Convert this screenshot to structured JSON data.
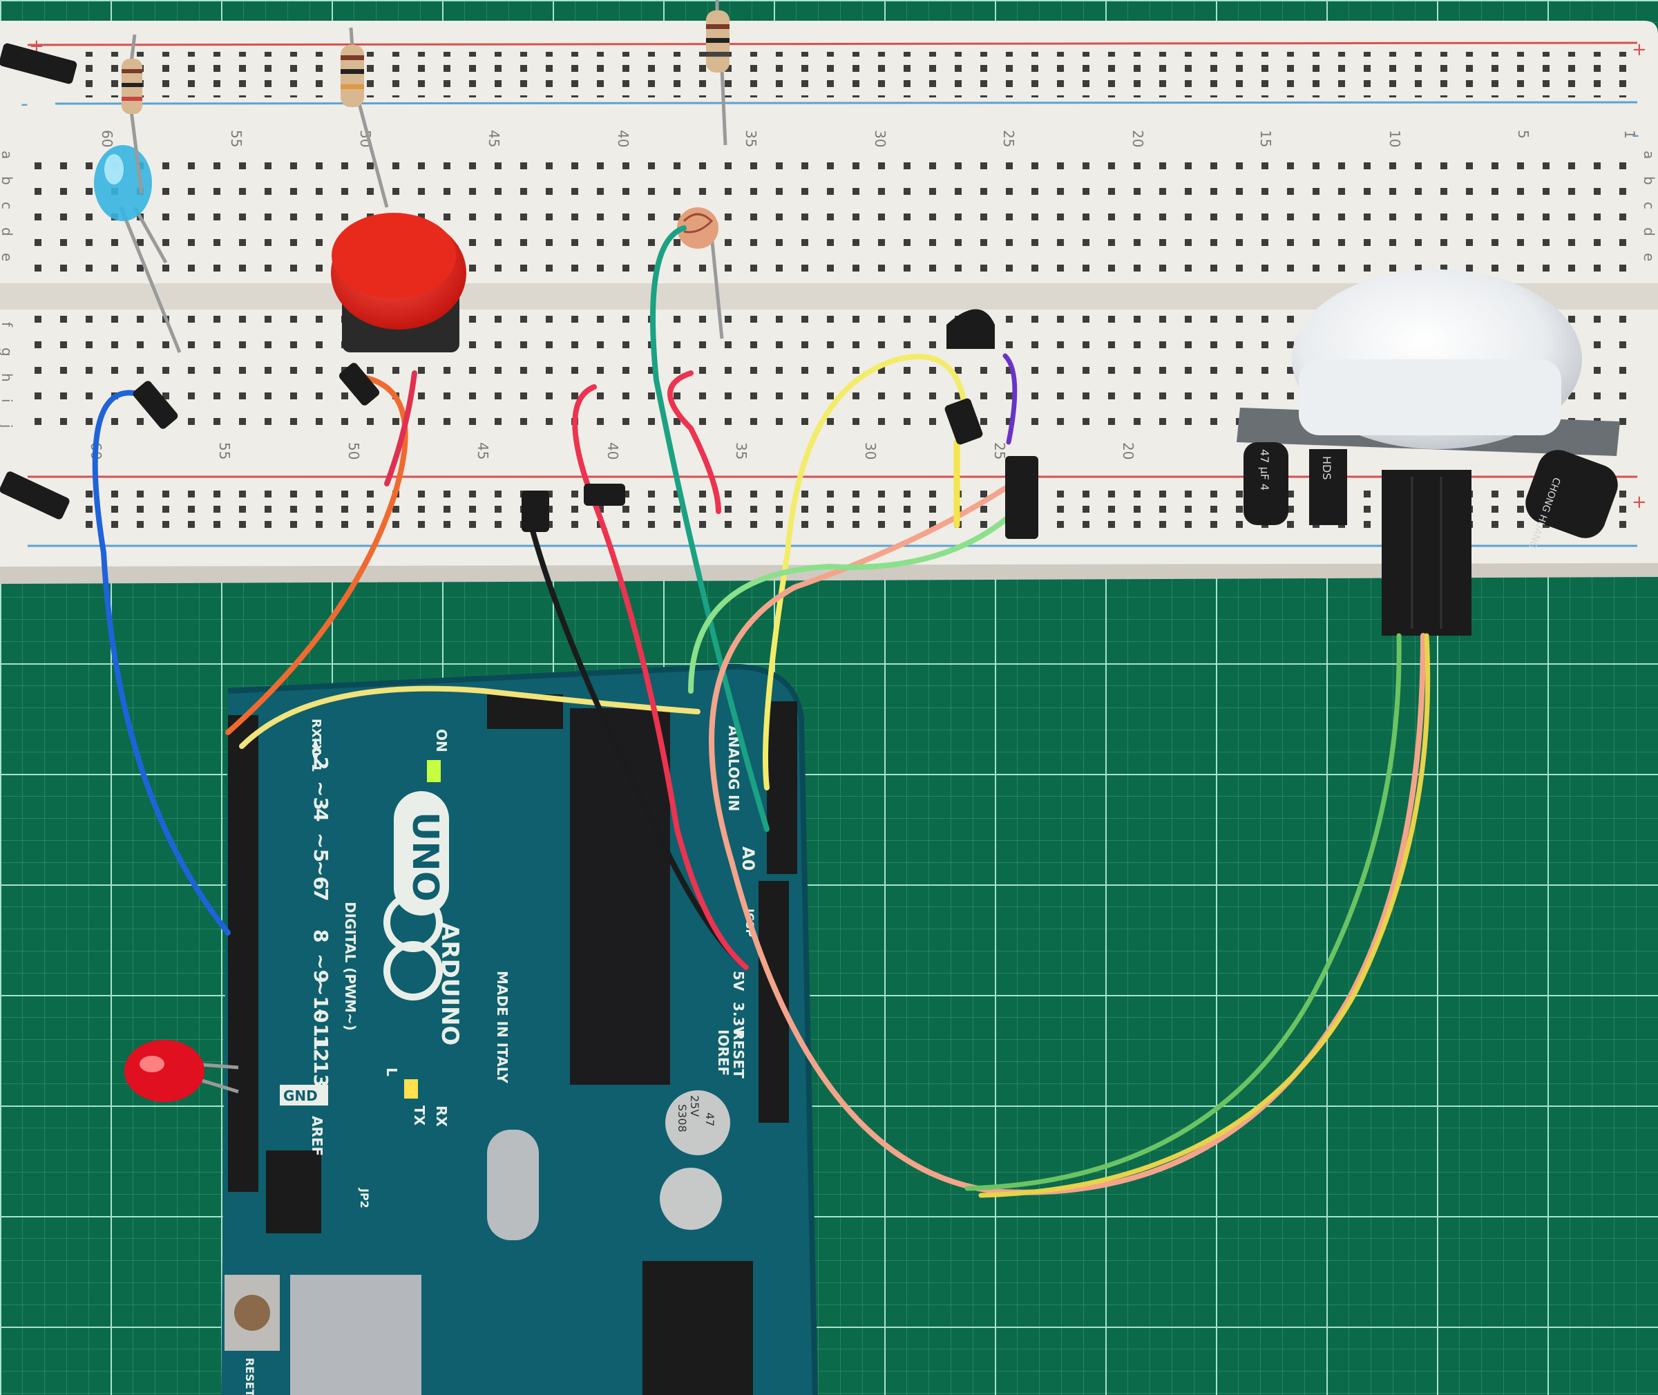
{
  "breadboard": {
    "column_numbers_top": [
      "60",
      "55",
      "50",
      "45",
      "40",
      "35",
      "30",
      "25",
      "20",
      "15",
      "10",
      "5",
      "1"
    ],
    "column_numbers_bottom": [
      "60",
      "55",
      "50",
      "45",
      "40",
      "35",
      "30",
      "25",
      "20"
    ],
    "row_letters_top": [
      "a",
      "b",
      "c",
      "d",
      "e"
    ],
    "row_letters_bottom": [
      "f",
      "g",
      "h",
      "i",
      "j"
    ],
    "rail_plus": "+",
    "rail_minus": "-"
  },
  "arduino": {
    "model_label": "UNO",
    "brand_label": "ARDUINO",
    "made_in": "MADE IN ITALY",
    "digital_label": "DIGITAL (PWM~)",
    "digital_pins": [
      "RX◄0",
      "TX►1",
      "2",
      "~3",
      "4",
      "~5",
      "~6",
      "7",
      "8",
      "~9",
      "~10",
      "~11",
      "12",
      "13"
    ],
    "gnd_label": "GND",
    "aref_label": "AREF",
    "on_label": "ON",
    "l_label": "L",
    "tx_label": "TX",
    "rx_label": "RX",
    "analog_label": "ANALOG IN",
    "a0_label": "A0",
    "power_labels": [
      "IOREF",
      "RESET",
      "3.3V",
      "5V"
    ],
    "reset_label": "RESET",
    "icsp_label": "ICSP",
    "jp_label": "JP2",
    "cap_labels": [
      "25V",
      "47",
      "S308"
    ]
  },
  "pir": {
    "cap_label_left": "47 μF 4",
    "chip_label": "HDS",
    "cap_label_right": "CHONG HUANG"
  }
}
